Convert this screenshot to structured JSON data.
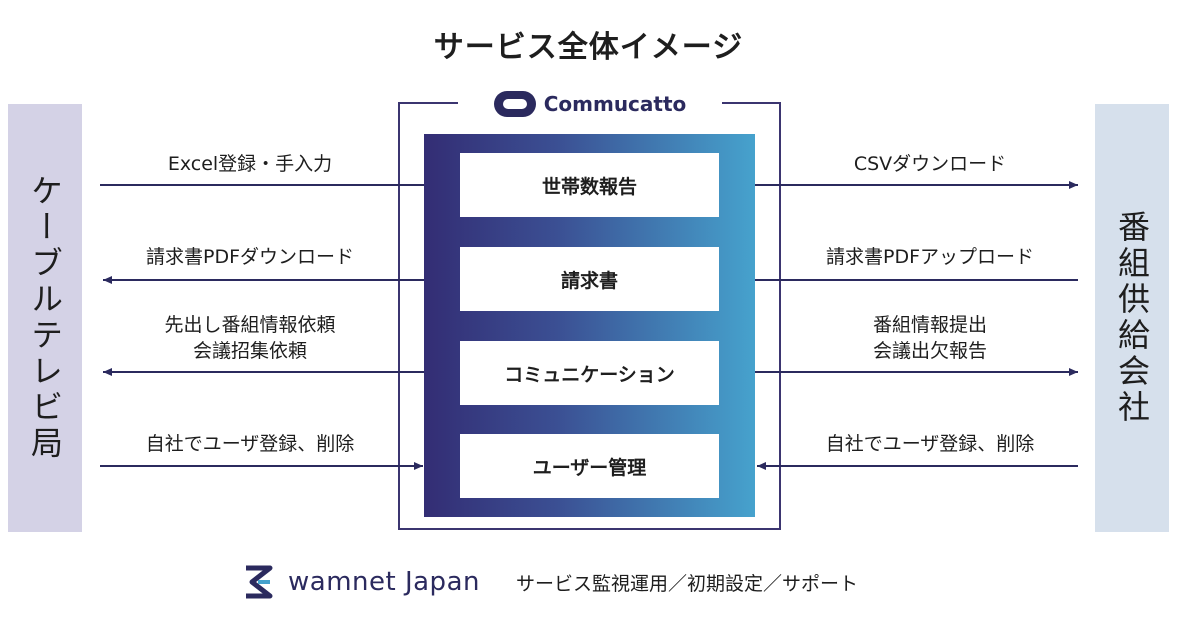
{
  "title": "サービス全体イメージ",
  "left_entity": "ケーブルテレビ局",
  "right_entity": "番組供給会社",
  "center": {
    "brand": "Commucatto",
    "modules": [
      "世帯数報告",
      "請求書",
      "コミュニケーション",
      "ユーザー管理"
    ]
  },
  "left_flows": [
    {
      "lines": [
        "Excel登録・手入力"
      ]
    },
    {
      "lines": [
        "請求書PDFダウンロード"
      ]
    },
    {
      "lines": [
        "先出し番組情報依頼",
        "会議招集依頼"
      ]
    },
    {
      "lines": [
        "自社でユーザ登録、削除"
      ]
    }
  ],
  "right_flows": [
    {
      "lines": [
        "CSVダウンロード"
      ]
    },
    {
      "lines": [
        "請求書PDFアップロード"
      ]
    },
    {
      "lines": [
        "番組情報提出",
        "会議出欠報告"
      ]
    },
    {
      "lines": [
        "自社でユーザ登録、削除"
      ]
    }
  ],
  "footer": {
    "company": "wamnet Japan",
    "description": "サービス監視運用／初期設定／サポート"
  },
  "colors": {
    "navy": "#2b2a5e",
    "gradient_start": "#332d74",
    "gradient_end": "#46a2cd",
    "left_panel": "#d4d2e6",
    "right_panel": "#d6e0ec"
  }
}
